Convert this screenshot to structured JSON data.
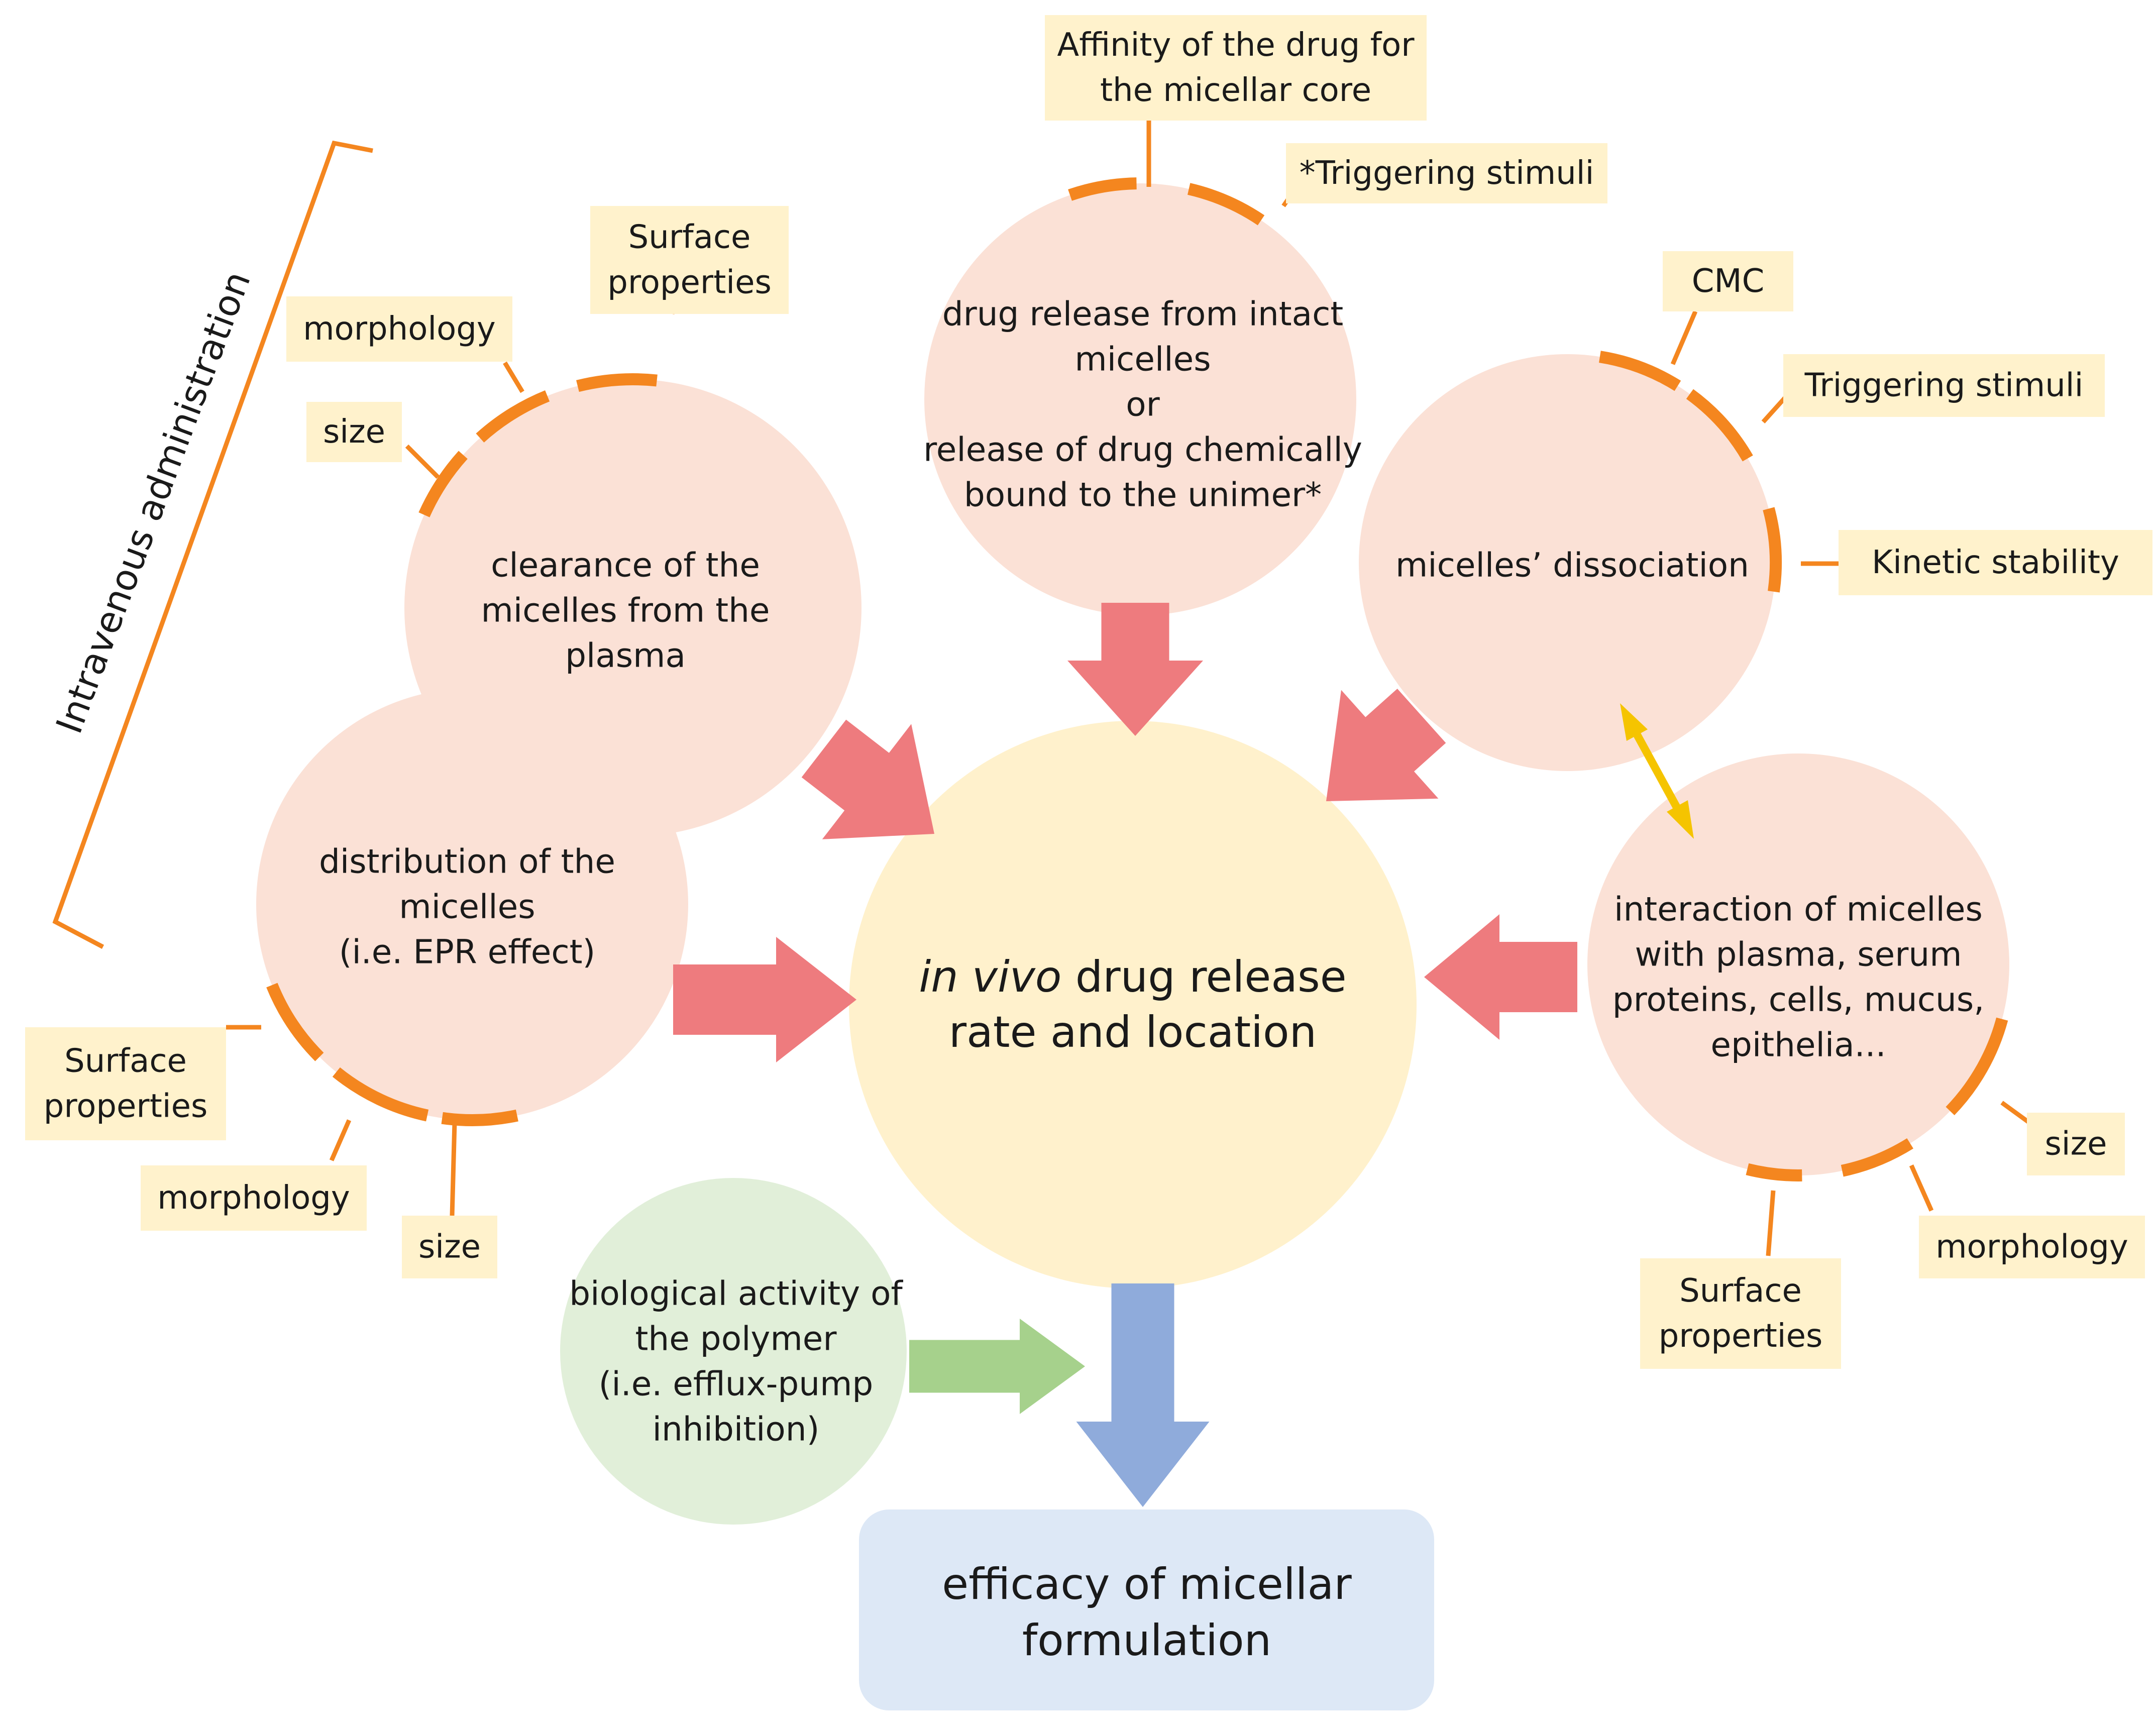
{
  "colors": {
    "peach": "#fbe1d6",
    "center": "#fff1cc",
    "label_box": "#fff2cc",
    "orange": "#f4861f",
    "red_arrow": "#ee7b7e",
    "yellow_arrow": "#f5c400",
    "green": "#e1efd9",
    "green_arrow": "#a6d18c",
    "blue_arrow": "#8fabdb",
    "result_box": "#dde8f6"
  },
  "center": {
    "line1_italic": "in vivo",
    "line1_rest": " drug release",
    "line2": "rate and location"
  },
  "circles": {
    "clearance": [
      "clearance of the",
      "micelles from the",
      "plasma"
    ],
    "distribution": [
      "distribution of the",
      "micelles",
      "(i.e. EPR effect)"
    ],
    "release": [
      "drug release from intact",
      "micelles",
      "or",
      "release of drug chemically",
      "bound to the unimer*"
    ],
    "dissociation": [
      "micelles’ dissociation"
    ],
    "interaction": [
      "interaction of micelles",
      "with plasma, serum",
      "proteins, cells, mucus,",
      "epithelia..."
    ],
    "biological": [
      "biological activity of",
      "the polymer",
      "(i.e. efflux-pump",
      "inhibition)"
    ]
  },
  "labels": {
    "affinity": [
      "Affinity of the drug for",
      "the micellar core"
    ],
    "trig_top": [
      "*Triggering stimuli"
    ],
    "surface_top": [
      "Surface",
      "properties"
    ],
    "morph_top": [
      "morphology"
    ],
    "size_top": [
      "size"
    ],
    "cmc": [
      "CMC"
    ],
    "trig_right": [
      "Triggering stimuli"
    ],
    "kinetic": [
      "Kinetic stability"
    ],
    "surface_left": [
      "Surface",
      "properties"
    ],
    "morph_left": [
      "morphology"
    ],
    "size_left": [
      "size"
    ],
    "size_right": [
      "size"
    ],
    "morph_right": [
      "morphology"
    ],
    "surface_right": [
      "Surface",
      "properties"
    ]
  },
  "side_label": "Intravenous administration",
  "result": [
    "efficacy of micellar",
    "formulation"
  ]
}
